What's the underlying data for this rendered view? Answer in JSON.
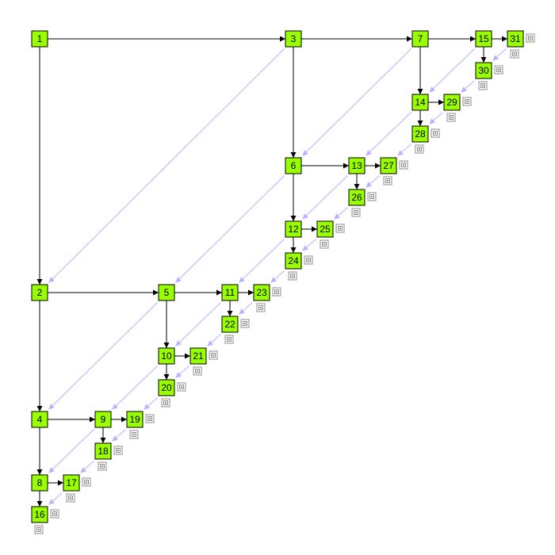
{
  "diagram": {
    "nodes": [
      "1",
      "2",
      "3",
      "4",
      "5",
      "6",
      "7",
      "8",
      "9",
      "10",
      "11",
      "12",
      "13",
      "14",
      "15",
      "16",
      "17",
      "18",
      "19",
      "20",
      "21",
      "22",
      "23",
      "24",
      "25",
      "26",
      "27",
      "28",
      "29",
      "30",
      "31"
    ],
    "child_edges": [
      [
        "1",
        "3"
      ],
      [
        "1",
        "2"
      ],
      [
        "3",
        "7"
      ],
      [
        "3",
        "6"
      ],
      [
        "7",
        "15"
      ],
      [
        "7",
        "14"
      ],
      [
        "15",
        "31"
      ],
      [
        "15",
        "30"
      ],
      [
        "14",
        "29"
      ],
      [
        "14",
        "28"
      ],
      [
        "6",
        "13"
      ],
      [
        "6",
        "12"
      ],
      [
        "13",
        "27"
      ],
      [
        "13",
        "26"
      ],
      [
        "12",
        "25"
      ],
      [
        "12",
        "24"
      ],
      [
        "2",
        "5"
      ],
      [
        "2",
        "4"
      ],
      [
        "5",
        "11"
      ],
      [
        "5",
        "10"
      ],
      [
        "11",
        "23"
      ],
      [
        "11",
        "22"
      ],
      [
        "10",
        "21"
      ],
      [
        "10",
        "20"
      ],
      [
        "4",
        "9"
      ],
      [
        "4",
        "8"
      ],
      [
        "9",
        "19"
      ],
      [
        "9",
        "18"
      ],
      [
        "8",
        "17"
      ],
      [
        "8",
        "16"
      ]
    ],
    "thread_edges": [
      [
        "3",
        "2"
      ],
      [
        "7",
        "6"
      ],
      [
        "6",
        "5"
      ],
      [
        "5",
        "4"
      ],
      [
        "15",
        "14"
      ],
      [
        "14",
        "13"
      ],
      [
        "13",
        "12"
      ],
      [
        "12",
        "11"
      ],
      [
        "11",
        "10"
      ],
      [
        "10",
        "9"
      ],
      [
        "9",
        "8"
      ],
      [
        "31",
        "30"
      ],
      [
        "30",
        "29"
      ],
      [
        "29",
        "28"
      ],
      [
        "28",
        "27"
      ],
      [
        "27",
        "26"
      ],
      [
        "26",
        "25"
      ],
      [
        "25",
        "24"
      ],
      [
        "24",
        "23"
      ],
      [
        "23",
        "22"
      ],
      [
        "22",
        "21"
      ],
      [
        "21",
        "20"
      ],
      [
        "20",
        "19"
      ],
      [
        "19",
        "18"
      ],
      [
        "18",
        "17"
      ],
      [
        "17",
        "16"
      ]
    ],
    "null_pointer_icon": "null-pointer-icon",
    "colors": {
      "node_fill": "#99ff00",
      "edge": "#000000",
      "thread_edge": "#b3b3ff",
      "null_icon": "#8c8c8c"
    }
  }
}
